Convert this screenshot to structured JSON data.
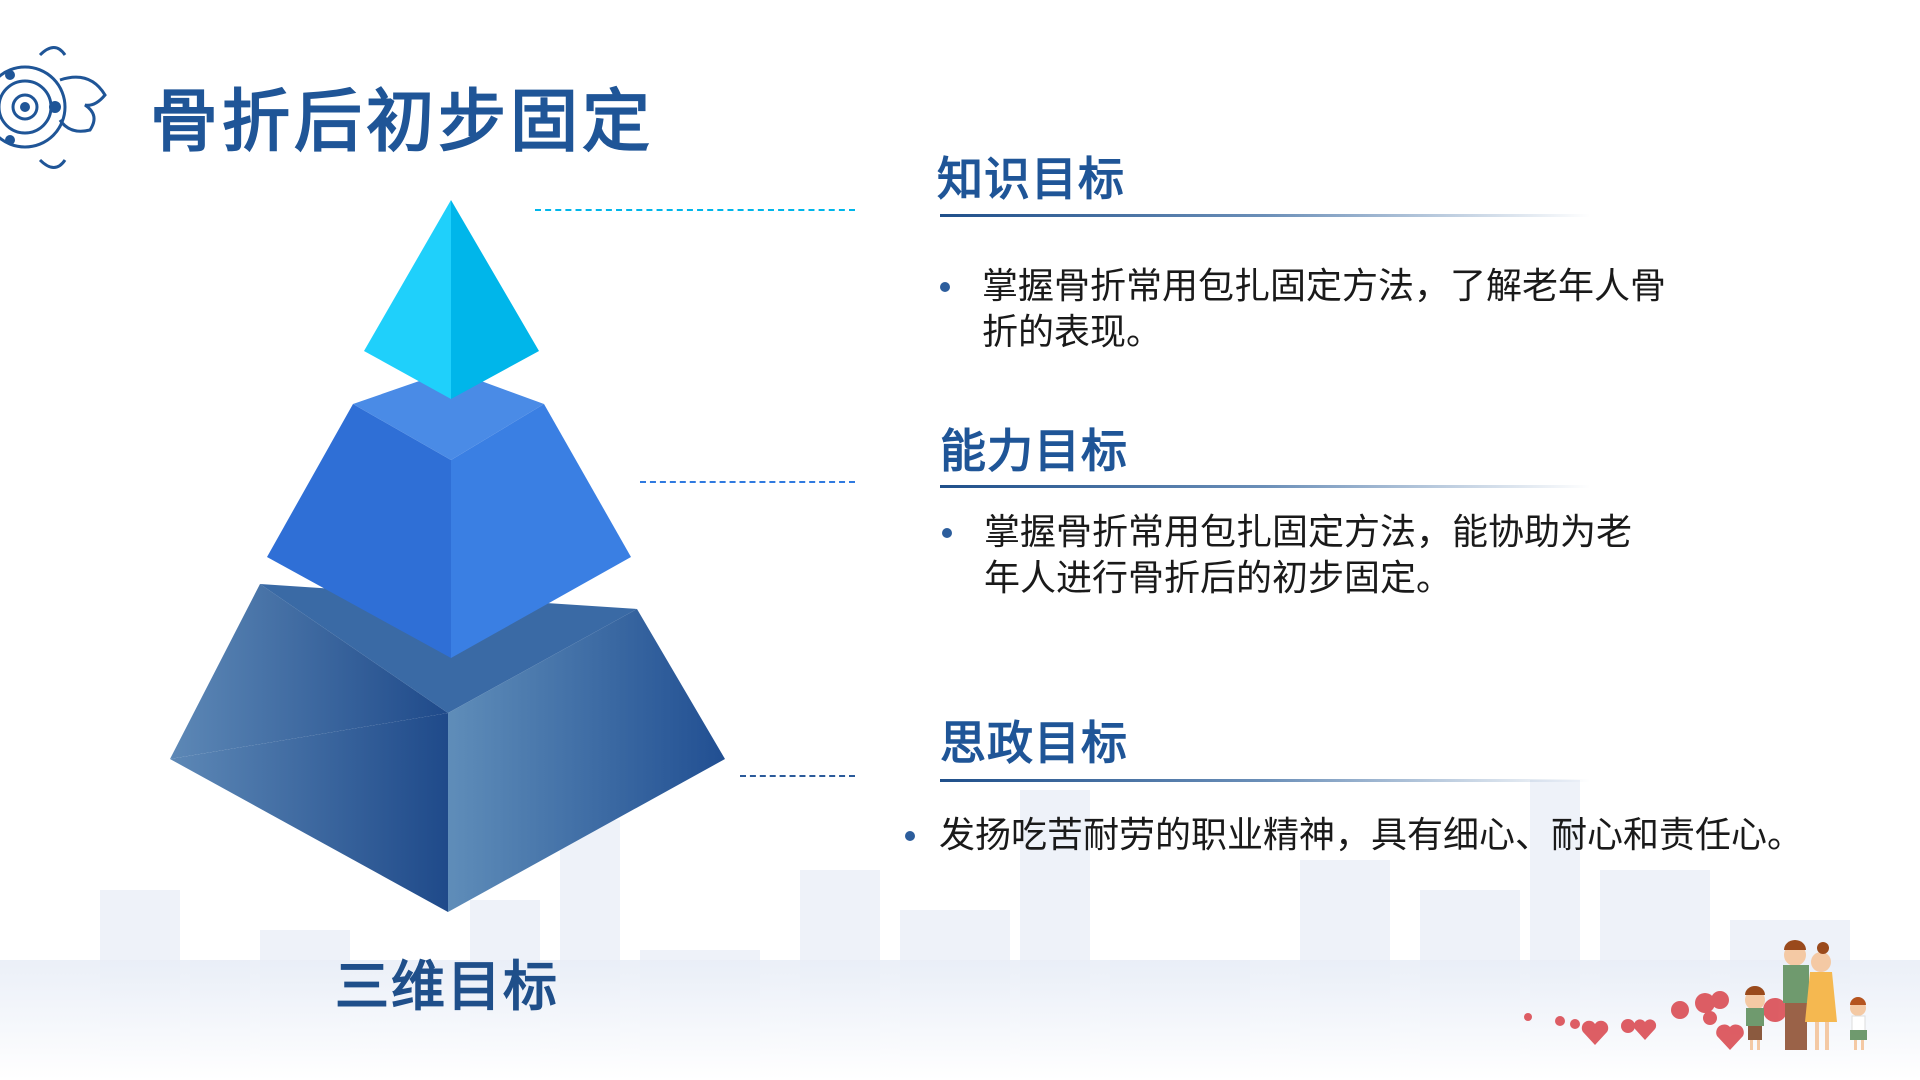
{
  "title": "骨折后初步固定",
  "pyramid": {
    "label": "三维目标",
    "tiers": [
      "top",
      "middle",
      "bottom"
    ]
  },
  "goals": [
    {
      "heading": "知识目标",
      "text": "掌握骨折常用包扎固定方法，了解老年人骨\n折的表现。"
    },
    {
      "heading": "能力目标",
      "text": "掌握骨折常用包扎固定方法，能协助为老\n年人进行骨折后的初步固定。"
    },
    {
      "heading": "思政目标",
      "text": "发扬吃苦耐劳的职业精神，具有细心、耐心和责任心。"
    }
  ],
  "colors": {
    "accent": "#1f5597",
    "top_tier": "#00c3f5",
    "middle_tier": "#2f7ae0",
    "bottom_tier": "#2a5a9a"
  }
}
